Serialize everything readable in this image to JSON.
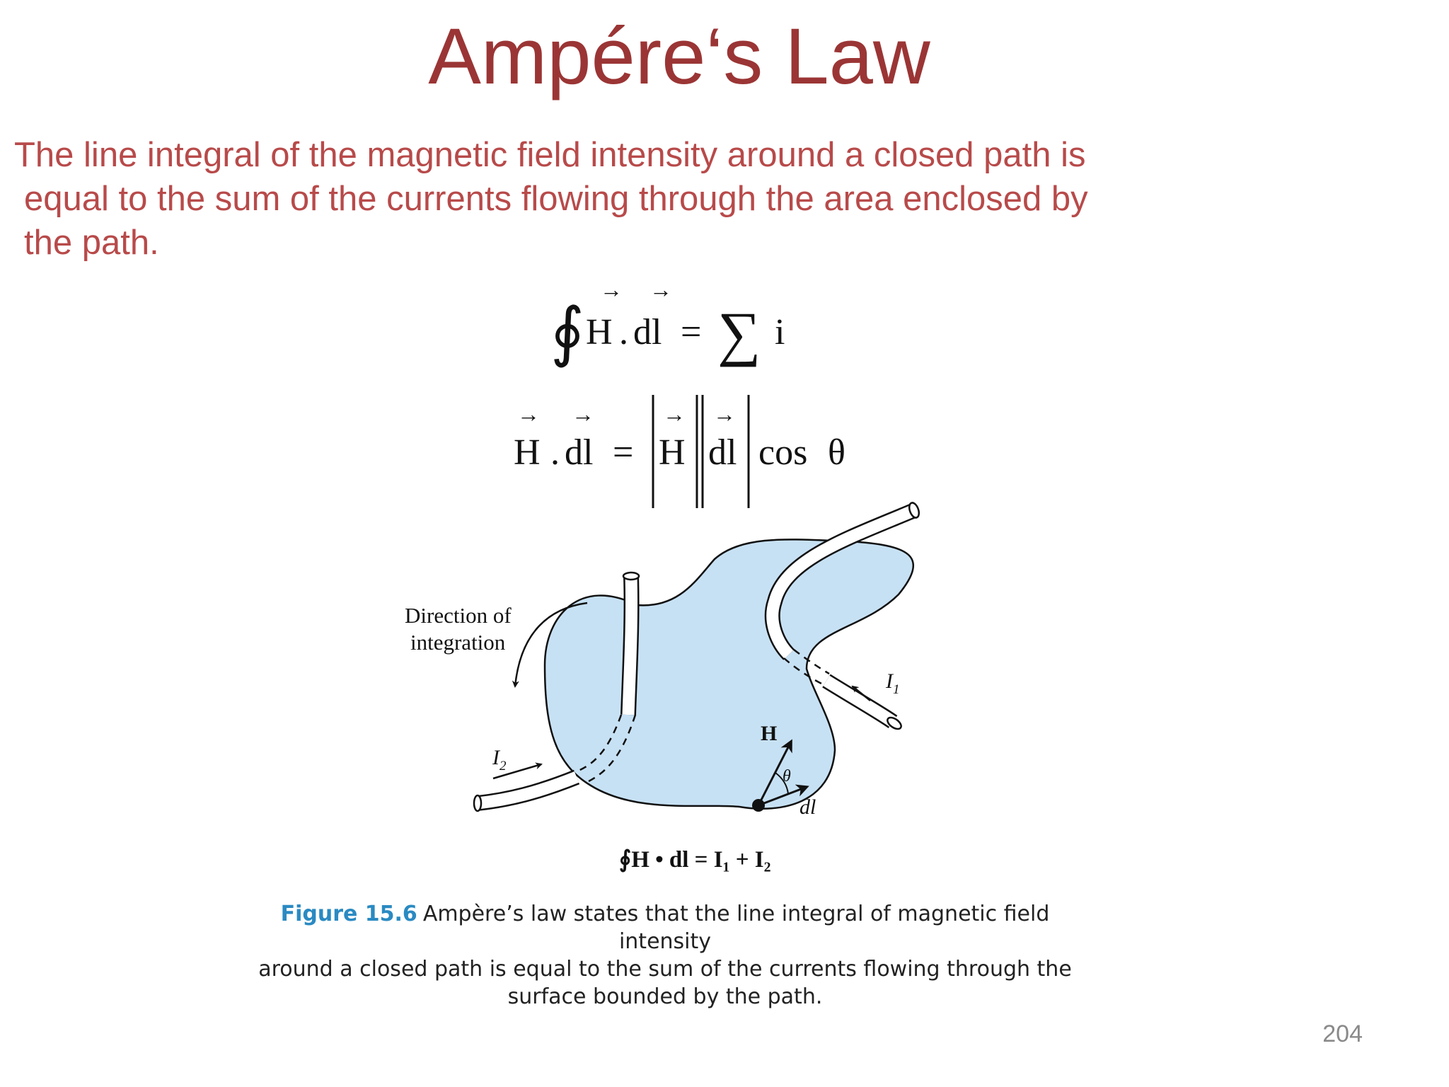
{
  "slide": {
    "title": "Ampére‘s Law",
    "intro_lines": [
      "The line integral of the magnetic field intensity around a closed path is",
      "equal to the sum of the currents flowing through the area enclosed by",
      "the path."
    ],
    "page_number": "204"
  },
  "equation1": {
    "integral": "∮",
    "h": "H",
    "dot": ".",
    "dl": "dl",
    "equals": "=",
    "sum": "∑",
    "i": "i",
    "arrow": "→"
  },
  "equation2": {
    "h": "H",
    "dot": ".",
    "dl": "dl",
    "equals": "=",
    "abs_h": "H",
    "abs_dl": "dl",
    "cos": "cos",
    "theta": "θ",
    "arrow": "→"
  },
  "figure": {
    "direction_label_1": "Direction of",
    "direction_label_2": "integration",
    "current_i1": "I",
    "current_i1_sub": "1",
    "current_i2": "I",
    "current_i2_sub": "2",
    "vector_h": "H",
    "angle_theta": "θ",
    "vector_dl": "dl",
    "figure_equation": "∮H • dl = I₁ + I₂",
    "surface_color": "#c7e1f4"
  },
  "caption": {
    "label": "Figure 15.6",
    "text_line1": "Ampère’s law states that the line integral of magnetic field intensity",
    "text_line2": "around a closed path is equal to the sum of the currents flowing through the",
    "text_line3": "surface bounded by the path."
  }
}
